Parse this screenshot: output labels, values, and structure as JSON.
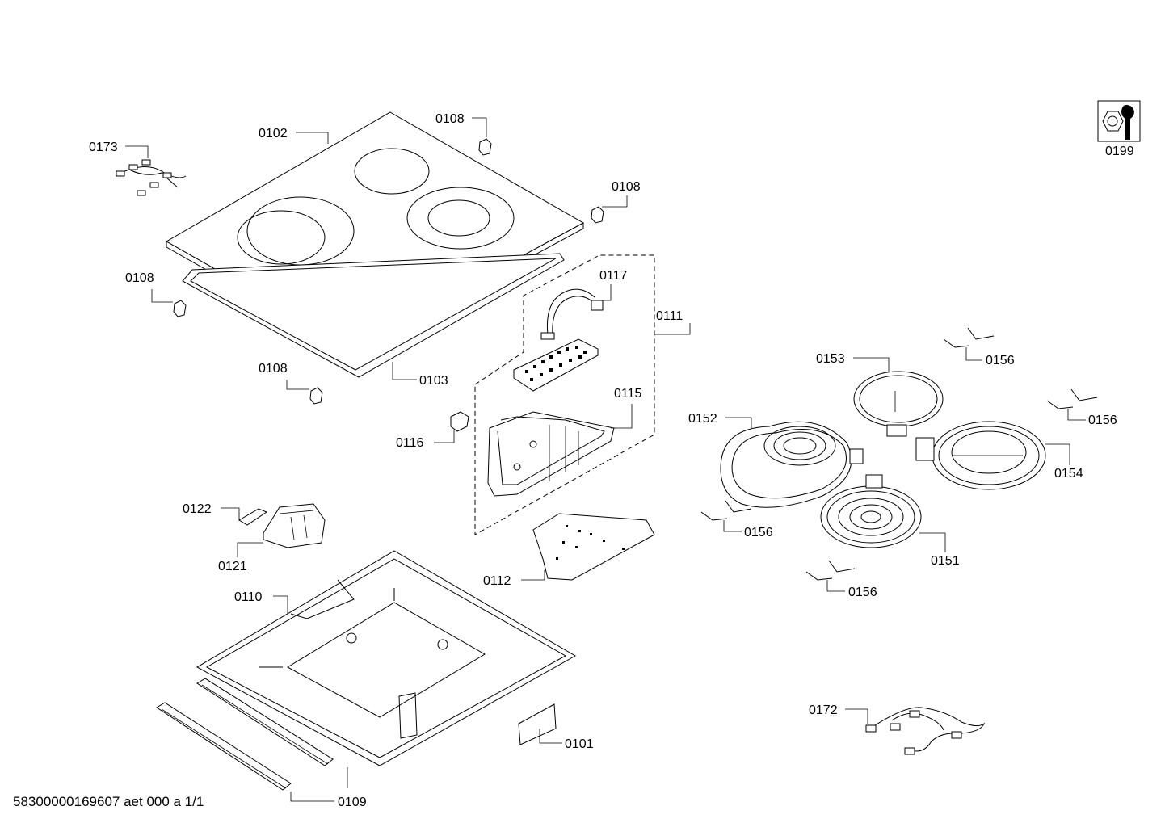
{
  "labels": {
    "l0101": "0101",
    "l0102": "0102",
    "l0103": "0103",
    "l0108": "0108",
    "l0109": "0109",
    "l0110": "0110",
    "l0111": "0111",
    "l0112": "0112",
    "l0115": "0115",
    "l0116": "0116",
    "l0117": "0117",
    "l0121": "0121",
    "l0122": "0122",
    "l0151": "0151",
    "l0152": "0152",
    "l0153": "0153",
    "l0154": "0154",
    "l0156": "0156",
    "l0172": "0172",
    "l0173": "0173",
    "l0199": "0199"
  },
  "footer": "58300000169607 aet 000 a 1/1",
  "icons": {
    "tool": "wrench-nut-icon"
  }
}
